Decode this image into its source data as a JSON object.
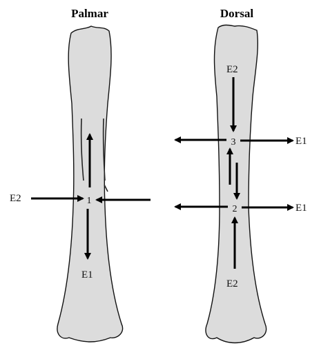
{
  "titles": {
    "palmar": "Palmar",
    "dorsal": "Dorsal"
  },
  "palmar": {
    "site": "1",
    "label_left": "E2",
    "label_bottom": "E1"
  },
  "dorsal": {
    "site_top": "3",
    "site_bottom": "2",
    "label_top": "E2",
    "label_bottom": "E2",
    "label_right_top": "E1",
    "label_right_bottom": "E1"
  },
  "colors": {
    "bone_fill": "#dcdcdc",
    "outline": "#111111",
    "arrow": "#000000"
  }
}
